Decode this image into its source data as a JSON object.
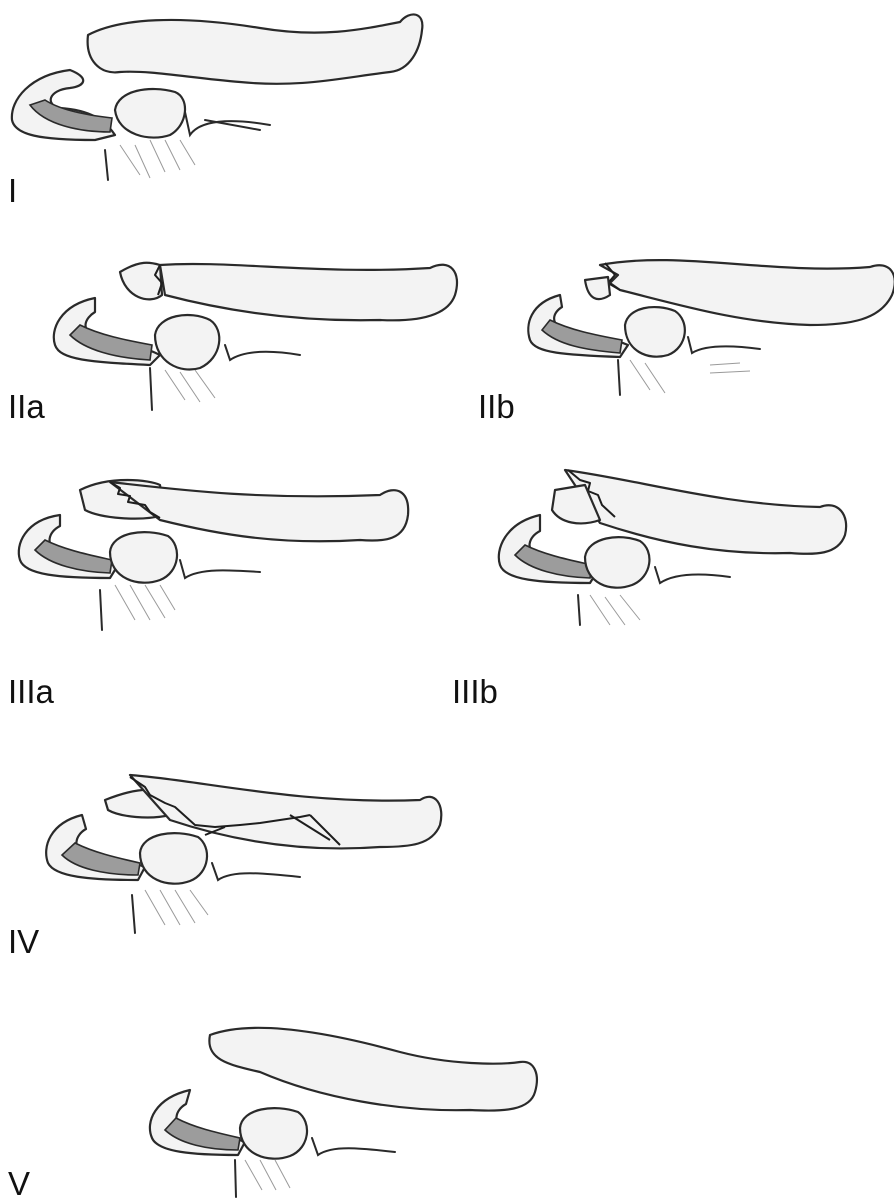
{
  "figure": {
    "panels": [
      {
        "id": "I",
        "label": "I",
        "fracture": "none"
      },
      {
        "id": "IIa",
        "label": "IIa",
        "fracture": "transverse"
      },
      {
        "id": "IIb",
        "label": "IIb",
        "fracture": "displaced-transverse"
      },
      {
        "id": "IIIa",
        "label": "IIIa",
        "fracture": "oblique"
      },
      {
        "id": "IIIb",
        "label": "IIIb",
        "fracture": "displaced-oblique"
      },
      {
        "id": "IV",
        "label": "IV",
        "fracture": "comminuted"
      },
      {
        "id": "V",
        "label": "V",
        "fracture": "dislocated"
      }
    ]
  },
  "colors": {
    "stroke": "#2a2a2a",
    "bone_fill": "#f3f3f3",
    "shadow": "#9c9c9c"
  }
}
